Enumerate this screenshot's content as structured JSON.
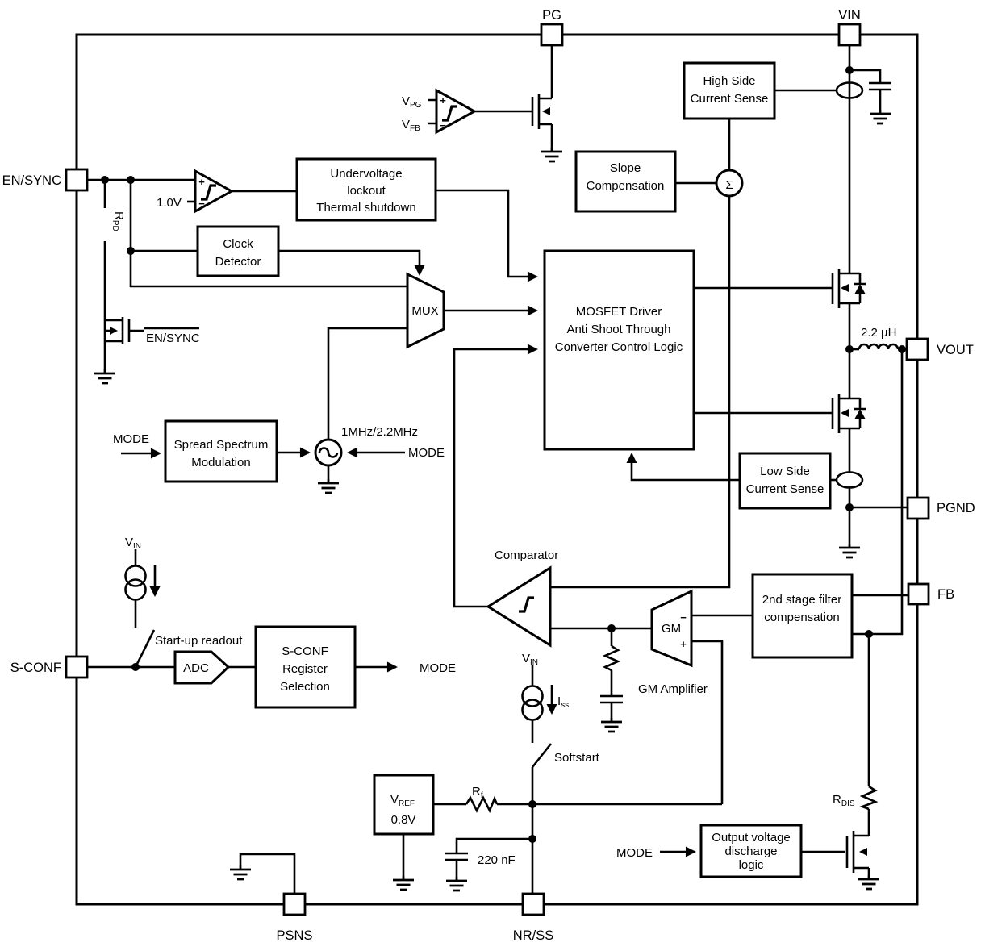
{
  "pins": {
    "pg": "PG",
    "vin": "VIN",
    "en_sync": "EN/SYNC",
    "s_conf": "S-CONF",
    "vout": "VOUT",
    "pgnd": "PGND",
    "fb": "FB",
    "psns": "PSNS",
    "nr_ss": "NR/SS"
  },
  "blocks": {
    "high_side_current_sense": [
      "High Side",
      "Current Sense"
    ],
    "slope_compensation": [
      "Slope",
      "Compensation"
    ],
    "undervoltage_lockout": [
      "Undervoltage",
      "lockout",
      "Thermal shutdown"
    ],
    "clock_detector": [
      "Clock",
      "Detector"
    ],
    "mosfet_driver": [
      "MOSFET Driver",
      "Anti Shoot Through",
      "Converter Control Logic"
    ],
    "spread_spectrum": [
      "Spread Spectrum",
      "Modulation"
    ],
    "low_side_current_sense": [
      "Low Side",
      "Current Sense"
    ],
    "second_stage_filter": [
      "2nd stage filter",
      "compensation"
    ],
    "s_conf_register": [
      "S-CONF",
      "Register",
      "Selection"
    ],
    "vref": {
      "symbol": "V",
      "sub": "REF",
      "value": "0.8V"
    },
    "output_discharge": [
      "Output voltage",
      "discharge",
      "logic"
    ]
  },
  "labels": {
    "comparator": "Comparator",
    "gm_amplifier": "GM Amplifier",
    "gm": "GM",
    "mux": "MUX",
    "adc": "ADC",
    "sigma": "Σ",
    "startup_readout": "Start-up readout",
    "softstart": "Softstart",
    "mode": "MODE",
    "freq": "1MHz/2.2MHz",
    "inductor": "2.2 µH",
    "cap_nr_ss": "220 nF",
    "vref_1v": "1.0V",
    "en_sync_gate": "EN/SYNC",
    "plus": "+",
    "minus": "−",
    "v_pg": {
      "m": "V",
      "s": "PG"
    },
    "v_fb": {
      "m": "V",
      "s": "FB"
    },
    "r_pd": {
      "m": "R",
      "s": "PD"
    },
    "r_f": {
      "m": "R",
      "s": "f"
    },
    "r_dis": {
      "m": "R",
      "s": "DIS"
    },
    "i_ss": {
      "m": "I",
      "s": "ss"
    },
    "v_in": {
      "m": "V",
      "s": "IN"
    }
  },
  "colors": {
    "line": "#000000",
    "background": "#ffffff"
  }
}
